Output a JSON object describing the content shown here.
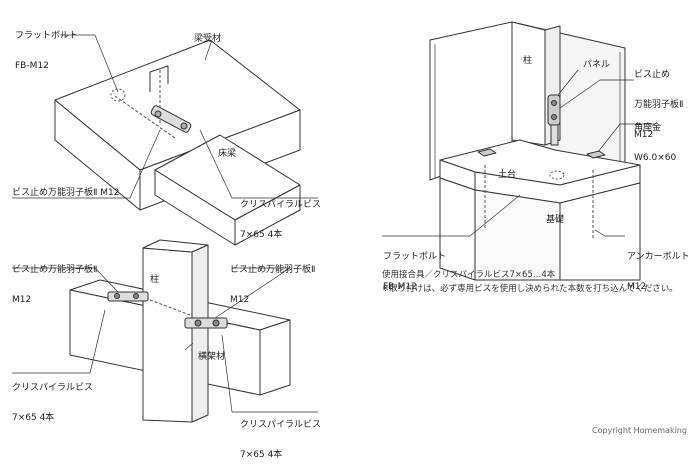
{
  "diagram1": {
    "flat_bolt": "フラットボルト",
    "flat_bolt_code": "FB-M12",
    "beam_receiver": "梁受材",
    "floor_beam": "床梁",
    "plate": "ビス止め万能羽子板Ⅱ M12",
    "screw": "クリスパイラルビス",
    "screw_spec": "7×65 4本"
  },
  "diagram2": {
    "flat_bolt": "フラットボルト",
    "flat_bolt_code": "FB-M12",
    "column": "柱",
    "panel": "パネル",
    "plate_line1": "ビス止め",
    "plate_line2": "万能羽子板Ⅱ",
    "plate_line3": "M12",
    "washer": "角座金",
    "washer_spec": "W6.0×60",
    "sill": "土台",
    "foundation": "基礎",
    "anchor": "アンカーボルト",
    "anchor_code": "M12"
  },
  "diagram3": {
    "plate_left": "ビス止め万能羽子板Ⅱ",
    "plate_left_code": "M12",
    "column": "柱",
    "plate_right": "ビス止め万能羽子板Ⅱ",
    "plate_right_code": "M12",
    "cross_beam": "横架材",
    "screw_left": "クリスパイラルビス",
    "screw_left_spec": "7×65 4本",
    "screw_right": "クリスパイラルビス",
    "screw_right_spec": "7×65 4本"
  },
  "notes": {
    "line1": "使用接合具／クリスパイラルビス7×65…4本",
    "line2": "※取り付けは、必ず専用ビスを使用し決められた本数を打ち込んでください。"
  },
  "copyright": "Copyright Homemaking"
}
